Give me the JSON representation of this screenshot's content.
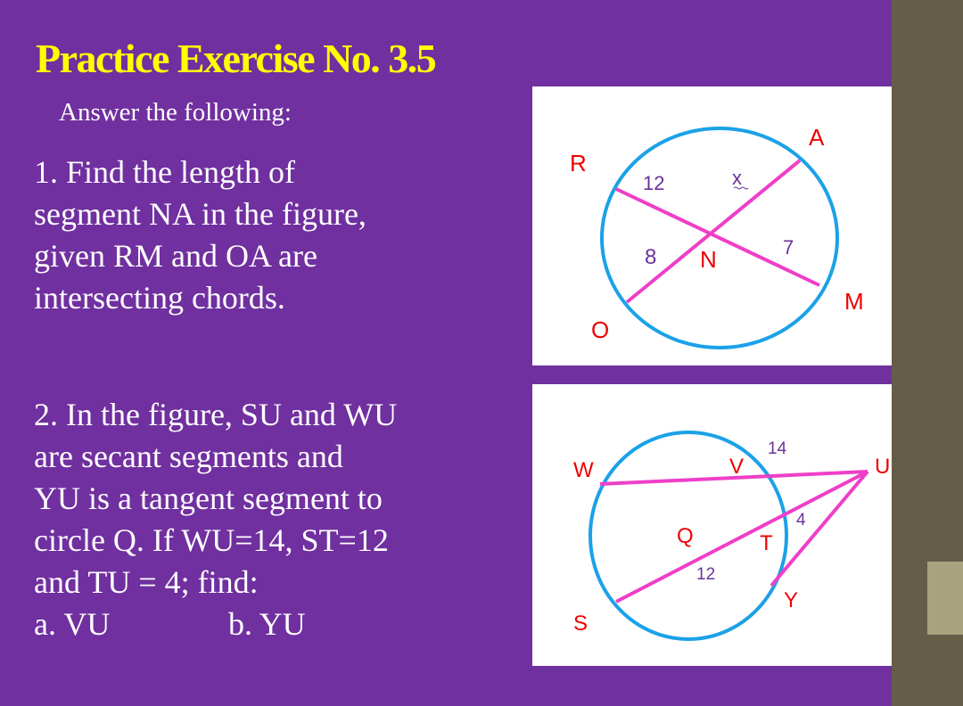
{
  "slide": {
    "title": "Practice Exercise No. 3.5",
    "subtitle": "Answer the following:",
    "colors": {
      "background": "#70309f",
      "title": "#ffff00",
      "text": "#ffffff",
      "sidebar": "#655d48",
      "sidebar_accent": "#a8a37f"
    }
  },
  "question1": {
    "lines": [
      "1. Find the length of",
      "segment NA in the figure,",
      "given RM and OA are",
      "intersecting chords."
    ]
  },
  "question2": {
    "lines": [
      "2. In the figure, SU and WU",
      "are secant segments and",
      "YU is a tangent segment to",
      "circle Q. If WU=14, ST=12",
      "and TU = 4; find:"
    ],
    "part_a": "a. VU",
    "part_b": "b. YU"
  },
  "figure1": {
    "points": {
      "R": "R",
      "A": "A",
      "M": "M",
      "O": "O",
      "N": "N"
    },
    "labels": {
      "RN": "12",
      "NA": "x",
      "ON": "8",
      "NM": "7"
    },
    "colors": {
      "circle": "#1ba1e8",
      "chord": "#ee3fc8",
      "point": "#ee0000",
      "value": "#6a3399"
    }
  },
  "figure2": {
    "points": {
      "W": "W",
      "V": "V",
      "U": "U",
      "Q": "Q",
      "T": "T",
      "S": "S",
      "Y": "Y"
    },
    "labels": {
      "VU": "14",
      "TU": "4",
      "ST": "12"
    },
    "colors": {
      "circle": "#1ba1e8",
      "segment": "#ee3fc8",
      "point": "#ee0000",
      "value": "#6a3399"
    }
  }
}
